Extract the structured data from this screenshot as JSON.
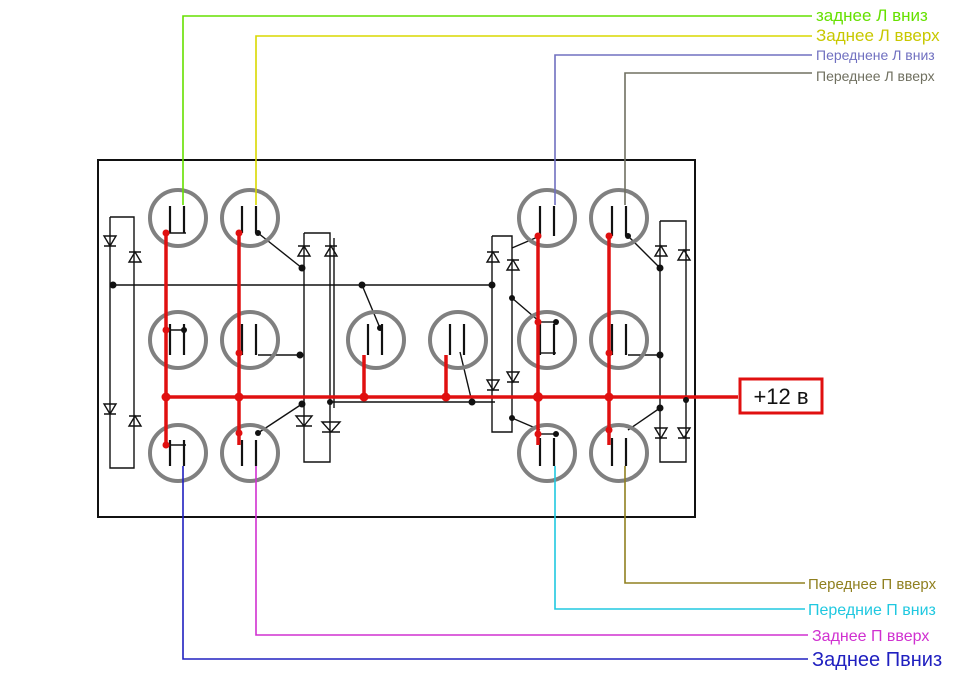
{
  "labels": {
    "rear_left_down": "заднее Л вниз",
    "rear_left_up": "Заднее Л вверх",
    "front_left_down": "Переднене Л вниз",
    "front_left_up": "Переднее Л вверх",
    "front_right_up": "Переднее П вверх",
    "front_right_down": "Передние П вниз",
    "rear_right_up": "Заднее П вверх",
    "rear_right_down": "Заднее Пвниз",
    "power": "+12 в"
  },
  "colors": {
    "rear_left_down": "#66e000",
    "rear_left_up": "#c8c800",
    "front_left_down": "#7070c0",
    "front_left_up": "#707060",
    "front_right_up": "#908020",
    "front_right_down": "#20c8e0",
    "rear_right_up": "#d030d0",
    "rear_right_down": "#2020c0",
    "power": "#e01010",
    "wire": "#111111",
    "switch_ring": "#808080"
  }
}
